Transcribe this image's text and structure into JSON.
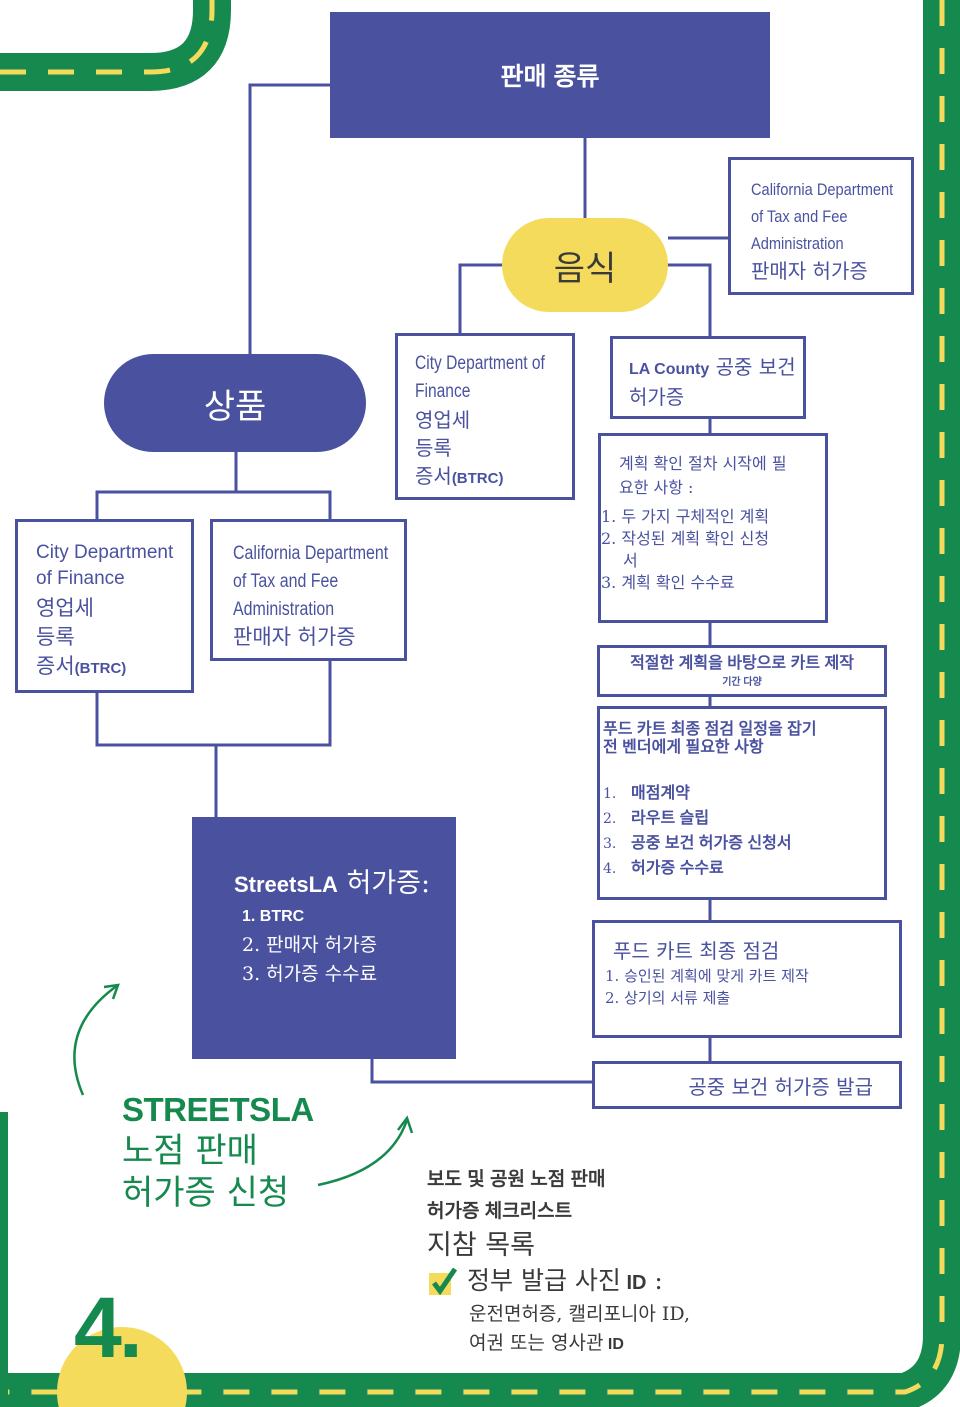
{
  "colors": {
    "blue": "#4a52a0",
    "yellow": "#f5db5c",
    "green": "#168a4e",
    "dark_green": "#0c7b3f"
  },
  "top": {
    "title": "판매 종류"
  },
  "food": {
    "label": "음식",
    "cdtfa": {
      "org": [
        "California Department",
        "of Tax and Fee",
        "Administration"
      ],
      "permit": "판매자 허가증"
    },
    "city": {
      "org": [
        "City Department of",
        "Finance"
      ],
      "lines": [
        "영업세",
        "등록",
        "증서"
      ],
      "btrc": "(BTRC)"
    },
    "county": {
      "org": "LA County",
      "line1": " 공중 보건",
      "line2": "허가증"
    },
    "plan": {
      "heading": [
        "계획 확인 절차 시작에 필",
        "요한 사항 :"
      ],
      "items": [
        "1. 두 가지 구체적인 계획",
        "2. 작성된 계획 확인 신청",
        "서",
        "3. 계획 확인 수수료"
      ]
    },
    "build": {
      "title": "적절한 계획을 바탕으로 카트 제작",
      "sub": "기간 다양"
    },
    "needs": {
      "heading": [
        "푸드 카트 최종 점검 일정을 잡기",
        "전 벤더에게 필요한 사항"
      ],
      "nums": [
        "1.",
        "2.",
        "3.",
        "4."
      ],
      "items": [
        "매점계약",
        "라우트 슬립",
        "공중 보건 허가증 신청서",
        "허가증 수수료"
      ]
    },
    "inspect": {
      "title": "푸드 카트 최종 점검",
      "items": [
        "1. 승인된 계획에 맞게 카트 제작",
        "2. 상기의 서류 제출"
      ]
    },
    "issued": "공중 보건 허가증 발급"
  },
  "goods": {
    "label": "상품",
    "city": {
      "org": [
        "City Department",
        "of Finance"
      ],
      "lines": [
        "영업세",
        "등록",
        "증서"
      ],
      "btrc": "(BTRC)"
    },
    "cdtfa": {
      "org": [
        "California Department",
        "of Tax and Fee",
        "Administration"
      ],
      "permit": "판매자 허가증"
    }
  },
  "streetsla": {
    "title_en": "StreetsLA",
    "title_ko": " 허가증:",
    "items": [
      "1. BTRC",
      "2. 판매자 허가증",
      "3. 허가증 수수료"
    ]
  },
  "brand": {
    "line1": "STREETSLA",
    "line2": "노점 판매",
    "line3": "허가증 신청"
  },
  "checklist": {
    "heading": [
      "보도 및 공원 노점 판매",
      "허가증 체크리스트"
    ],
    "sub": "지참 목록",
    "item": "정부 발급 사진",
    "item_id": " ID",
    "item_colon": " :",
    "detail1": "운전면허증, 캘리포니아 ID,",
    "detail2": "여권 또는 영사관",
    "detail2_id": " ID"
  },
  "step": "4."
}
